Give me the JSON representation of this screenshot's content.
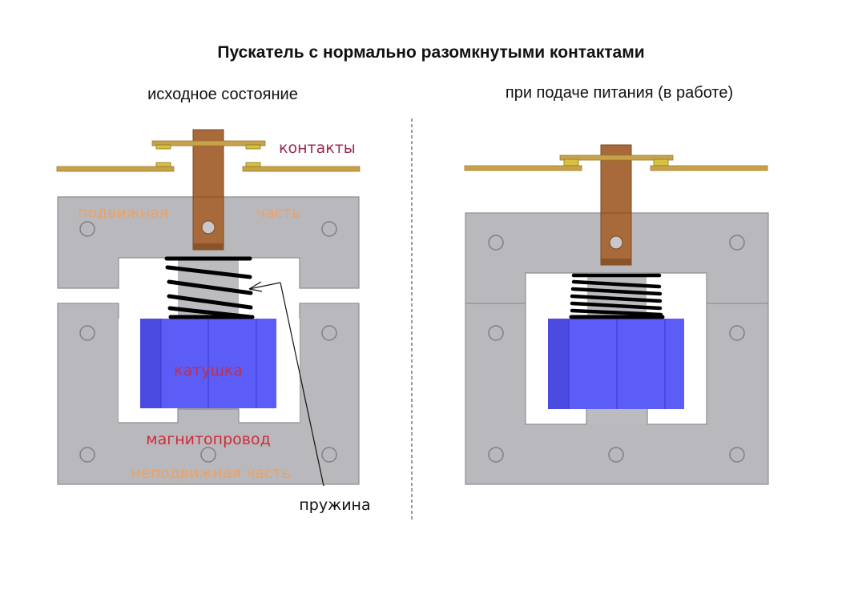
{
  "title": "Пускатель с нормально разомкнутыми контактами",
  "left": {
    "subtitle": "исходное состояние",
    "labels": {
      "contacts": "контакты",
      "moving_part_1": "подвижная",
      "moving_part_2": "часть",
      "coil": "катушка",
      "magnetic_core": "магнитопровод",
      "fixed_part": "неподвижная часть",
      "spring": "пружина"
    }
  },
  "right": {
    "subtitle": "при подаче питания (в работе)"
  },
  "colors": {
    "frame": "#b9b9bd",
    "coil": "#5c5cf6",
    "stem": "#a86a3a",
    "contact": "#c8a24a",
    "label_red": "#c0304a",
    "label_orange": "#f0a060",
    "label_dark": "#9a2a4a"
  }
}
